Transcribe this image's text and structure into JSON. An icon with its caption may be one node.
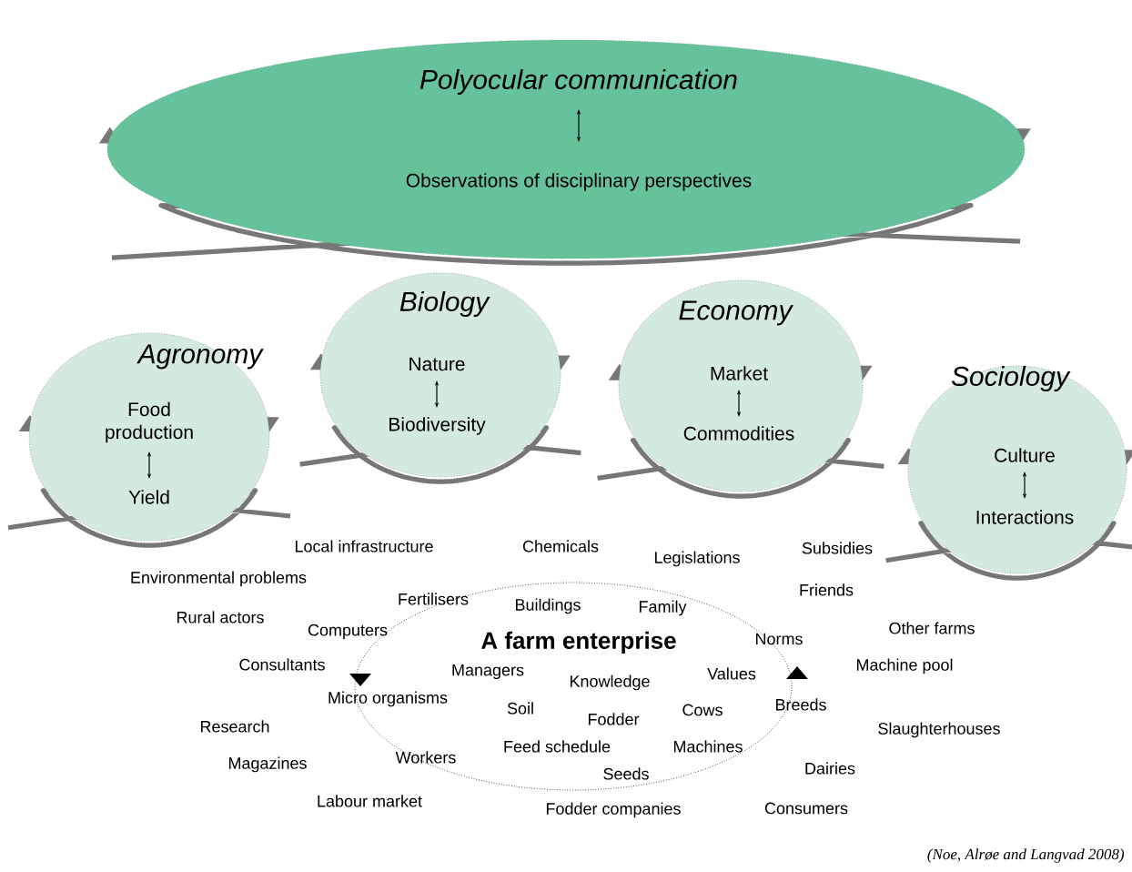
{
  "diagram": {
    "caption": "(Noe, Alrøe and Langvad 2008)",
    "nodes": [
      {
        "text": [
          "Polyocular communication",
          "Observations of disciplinary perspectives"
        ]
      },
      {
        "text": [
          "Agronomy",
          "Food production",
          "Yield"
        ]
      },
      {
        "text": [
          "Biology",
          "Nature",
          "Biodiversity"
        ]
      },
      {
        "text": [
          "Economy",
          "Market",
          "Commodities"
        ]
      },
      {
        "text": [
          "Sociology",
          "Culture",
          "Interactions"
        ]
      },
      {
        "text": [
          "A farm enterprise"
        ]
      }
    ],
    "labels": [
      "Local infrastructure",
      "Chemicals",
      "Subsidies",
      "Legislations",
      "Environmental problems",
      "Friends",
      "Fertilisers",
      "Buildings",
      "Family",
      "Rural actors",
      "Computers",
      "Other farms",
      "Norms",
      "Consultants",
      "Machine pool",
      "Values",
      "Managers",
      "Knowledge",
      "Micro organisms",
      "Breeds",
      "Cows",
      "Soil",
      "Fodder",
      "Research",
      "Slaughterhouses",
      "Feed schedule",
      "Machines",
      "Magazines",
      "Workers",
      "Dairies",
      "Seeds",
      "Labour market",
      "Consumers",
      "Fodder companies"
    ]
  }
}
